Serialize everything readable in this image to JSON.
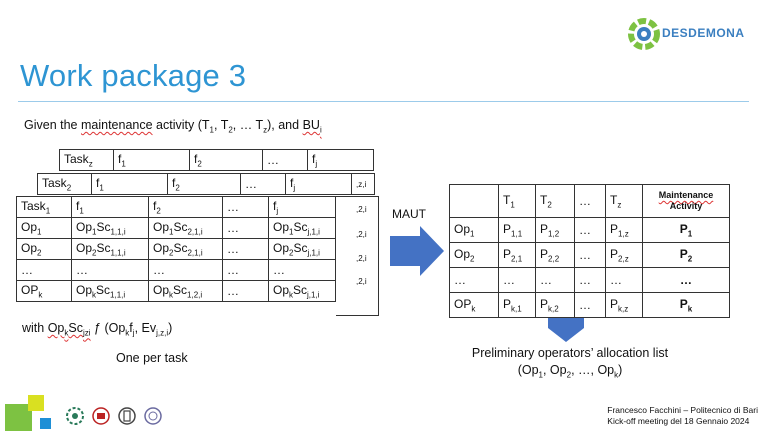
{
  "slide": {
    "title": "Work package 3",
    "logo_text": "DESDEMONA",
    "intro": {
      "prefix": "Given the ",
      "maintenance": "maintenance",
      "activity": " activity (T",
      "s1": "1",
      "c1": ", T",
      "s2": "2",
      "c2": ", … T",
      "sz": "z",
      "end": "), and ",
      "bu": "BU",
      "bu_sub": "i"
    },
    "back2_row": {
      "task": "Task",
      "task_sub": "z",
      "f1": "f",
      "f1_sub": "1",
      "f2": "f",
      "f2_sub": "2",
      "dots": "…",
      "fj": "f",
      "fj_sub": "j"
    },
    "back1_row": {
      "task": "Task",
      "task_sub": "2",
      "f1": "f",
      "f1_sub": "1",
      "f2": "f",
      "f2_sub": "2",
      "dots": "…",
      "fj": "f",
      "fj_sub": "j"
    },
    "back_edges": [
      ",2,i",
      ",2,i",
      ",2,i",
      ",2,i"
    ],
    "back_edges_top": ",z,i",
    "front_table": {
      "header": {
        "task": "Task",
        "task_sub": "1",
        "f1": "f",
        "f1_sub": "1",
        "f2": "f",
        "f2_sub": "2",
        "dots": "…",
        "fj": "f",
        "fj_sub": "j"
      },
      "rows": [
        {
          "op": "Op",
          "op_sub": "1",
          "c1": "Op",
          "c1_s": "1",
          "c1_t": "Sc",
          "c1_ss": "1,1,i",
          "c2": "Op",
          "c2_s": "1",
          "c2_t": "Sc",
          "c2_ss": "2,1,i",
          "dots": "…",
          "cj": "Op",
          "cj_s": "1",
          "cj_t": "Sc",
          "cj_ss": "j,1,i"
        },
        {
          "op": "Op",
          "op_sub": "2",
          "c1": "Op",
          "c1_s": "2",
          "c1_t": "Sc",
          "c1_ss": "1,1,i",
          "c2": "Op",
          "c2_s": "2",
          "c2_t": "Sc",
          "c2_ss": "2,1,i",
          "dots": "…",
          "cj": "Op",
          "cj_s": "2",
          "cj_t": "Sc",
          "cj_ss": "j,1,i"
        },
        {
          "op": "…",
          "op_sub": "",
          "c1": "…",
          "c1_s": "",
          "c1_t": "",
          "c1_ss": "",
          "c2": "…",
          "c2_s": "",
          "c2_t": "",
          "c2_ss": "",
          "dots": "…",
          "cj": "…",
          "cj_s": "",
          "cj_t": "",
          "cj_ss": ""
        },
        {
          "op": "OP",
          "op_sub": "k",
          "c1": "Op",
          "c1_s": "k",
          "c1_t": "Sc",
          "c1_ss": "1,1,i",
          "c2": "Op",
          "c2_s": "k",
          "c2_t": "Sc",
          "c2_ss": "1,2,i",
          "dots": "…",
          "cj": "Op",
          "cj_s": "k",
          "cj_t": "Sc",
          "cj_ss": "j,1,i"
        }
      ]
    },
    "with_line": {
      "with": "with ",
      "op": "Op",
      "op_k": "k",
      "sc": "Sc",
      "sc_sub": "jzi",
      "f": " ƒ (Op",
      "fk": "k",
      "fsym": "f",
      "fj": "j",
      "ev": ", Ev",
      "ev_sub": "j,z,i",
      "close": ")"
    },
    "one_per_task": "One per task",
    "maut": "MAUT",
    "matrix": {
      "header": {
        "t1": "T",
        "t1s": "1",
        "t2": "T",
        "t2s": "2",
        "dots": "…",
        "tz": "T",
        "tzs": "z",
        "ma1": "Maintenance",
        "ma2": "Activity"
      },
      "rows": [
        {
          "op": "Op",
          "ops": "1",
          "a": "P",
          "as": "1,1",
          "b": "P",
          "bs": "1,2",
          "dots": "…",
          "c": "P",
          "cs": "1,z",
          "p": "P",
          "ps": "1"
        },
        {
          "op": "Op",
          "ops": "2",
          "a": "P",
          "as": "2,1",
          "b": "P",
          "bs": "2,2",
          "dots": "…",
          "c": "P",
          "cs": "2,z",
          "p": "P",
          "ps": "2"
        },
        {
          "op": "…",
          "ops": "",
          "a": "…",
          "as": "",
          "b": "…",
          "bs": "",
          "dots": "…",
          "c": "…",
          "cs": "",
          "p": "…",
          "ps": ""
        },
        {
          "op": "OP",
          "ops": "k",
          "a": "P",
          "as": "k,1",
          "b": "P",
          "bs": "k,2",
          "dots": "…",
          "c": "P",
          "cs": "k,z",
          "p": "P",
          "ps": "k"
        }
      ]
    },
    "prelim": {
      "line1": "Preliminary operators’ allocation list",
      "l2a": "(Op",
      "l2s1": "1",
      "l2b": ", Op",
      "l2s2": "2",
      "l2c": ", …, Op",
      "l2sk": "k",
      "l2d": ")"
    },
    "footer": {
      "line1": "Francesco Facchini – Politecnico di Bari",
      "line2": "Kick-off meeting del 18 Gennaio 2024"
    },
    "colors": {
      "title": "#2e95d3",
      "arrow": "#4472c4",
      "green": "#7dc242",
      "yellow": "#d9e021",
      "blue": "#1e8fd6"
    },
    "icons": [
      "desdemona-logo-icon",
      "partner-logo-icon"
    ]
  }
}
